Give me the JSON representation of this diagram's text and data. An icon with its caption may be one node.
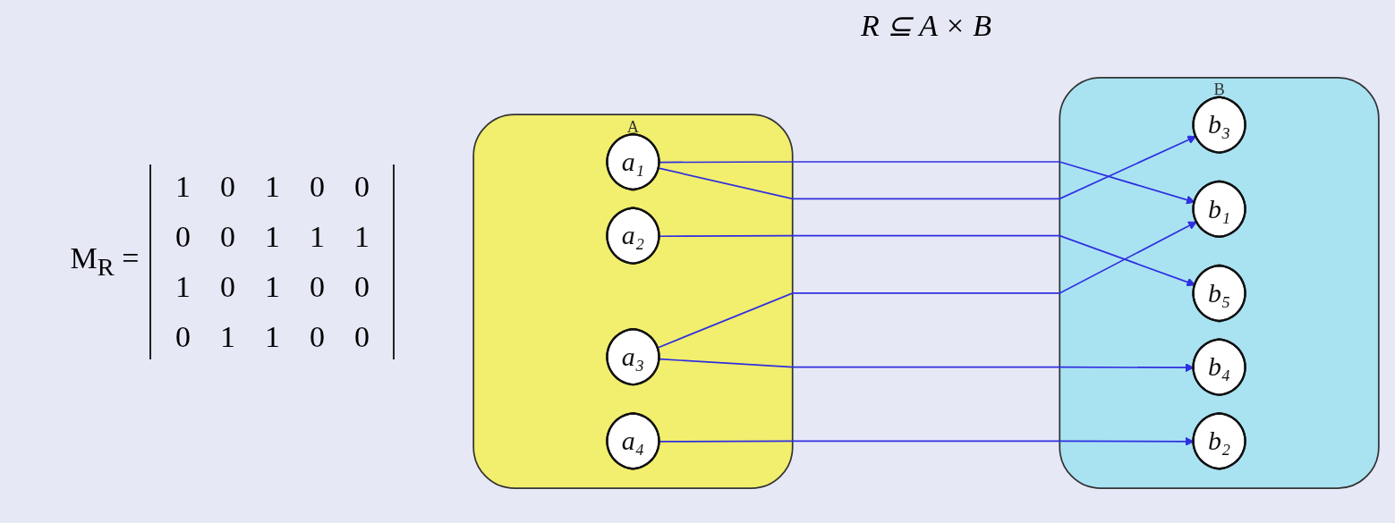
{
  "diagram": {
    "nodes": [
      {
        "text": [
          "A"
        ]
      },
      {
        "text": [
          "a₁"
        ],
        "in": 0
      },
      {
        "text": [
          "a₂"
        ],
        "in": 0
      },
      {
        "text": [
          "a₃"
        ],
        "in": 0
      },
      {
        "text": [
          "a₄"
        ],
        "in": 0
      },
      {
        "text": [
          "B"
        ]
      },
      {
        "text": [
          "b₁"
        ],
        "in": 5
      },
      {
        "text": [
          "b₂"
        ],
        "in": 5
      },
      {
        "text": [
          "b₃"
        ],
        "in": 5
      },
      {
        "text": [
          "b₄"
        ],
        "in": 5
      },
      {
        "text": [
          "b₅"
        ],
        "in": 5
      }
    ],
    "edges": [
      {
        "from": 1,
        "to": 6,
        "arrow": "to"
      },
      {
        "from": 1,
        "to": 8,
        "arrow": "to"
      },
      {
        "from": 2,
        "to": 10,
        "arrow": "to"
      },
      {
        "from": 3,
        "to": 6,
        "arrow": "to"
      },
      {
        "from": 3,
        "to": 9,
        "arrow": "to"
      },
      {
        "from": 4,
        "to": 7,
        "arrow": "to"
      }
    ],
    "labels": [
      "R ⊆ A × B",
      "M$_{R}$ =",
      "1",
      "0",
      "1",
      "0",
      "0",
      "0",
      "0",
      "1",
      "1",
      "1",
      "1",
      "0",
      "1",
      "0",
      "0",
      "0",
      "1",
      "1",
      "0",
      "0"
    ]
  }
}
